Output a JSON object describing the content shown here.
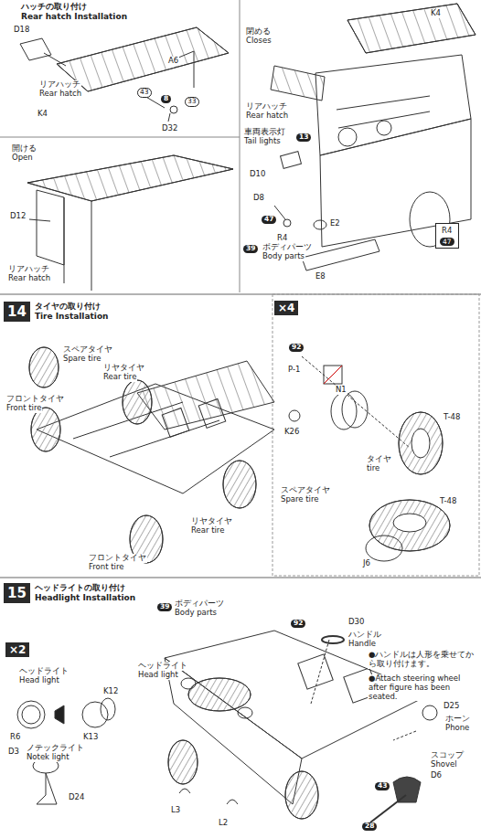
{
  "diagram": {
    "nodes": [
      {
        "text": [
          "R4",
          "47"
        ]
      },
      {
        "text": [
          "14",
          "タイヤの取り付け",
          "Tire Installation"
        ]
      },
      {
        "text": [
          "×4"
        ]
      },
      {
        "text": [
          "15",
          "ヘッドライトの取り付け",
          "Headlight Installation"
        ]
      },
      {
        "text": [
          "×2"
        ]
      }
    ],
    "labels": [
      "ハッチの取り付け",
      "Rear hatch Installation",
      "D18",
      "A6",
      "43",
      "8",
      "33",
      "D32",
      "K4",
      "リアハッチ",
      "Rear hatch",
      "開ける",
      "Open",
      "D12",
      "リアハッチ",
      "Rear hatch",
      "閉める",
      "Closes",
      "K4",
      "リアハッチ",
      "Rear hatch",
      "車両表示灯",
      "Tail lights",
      "13",
      "D10",
      "D8",
      "47",
      "R4",
      "E2",
      "39",
      "ボディパーツ",
      "Body parts",
      "E8",
      "スペアタイヤ",
      "Spare tire",
      "リヤタイヤ",
      "Rear tire",
      "フロントタイヤ",
      "Front tire",
      "リヤタイヤ",
      "Rear tire",
      "フロントタイヤ",
      "Front tire",
      "92",
      "P-1",
      "N1",
      "T-48",
      "K26",
      "タイヤ",
      "tire",
      "スペアタイヤ",
      "Spare tire",
      "T-48",
      "J6",
      "39",
      "ボディパーツ",
      "Body parts",
      "ヘッドライト",
      "Head light",
      "K12",
      "R6",
      "K13",
      "ヘッドライト",
      "Head light",
      "D3",
      "ノテックライト",
      "Notek light",
      "D24",
      "L3",
      "L2",
      "92",
      "D30",
      "ハンドル",
      "Handle",
      "●ハンドルは人形を乗せてから取り付けます。",
      "●Attach steering wheel after figure has been seated.",
      "D25",
      "ホーン",
      "Phone",
      "スコップ",
      "Shovel",
      "D6",
      "43",
      "28"
    ]
  }
}
